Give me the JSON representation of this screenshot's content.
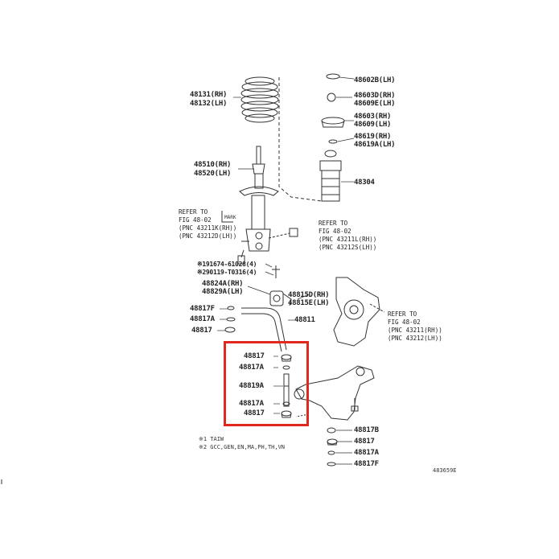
{
  "parts": {
    "spring_rh": "48131(RH)",
    "spring_lh": "48132(LH)",
    "strut_rh": "48510(RH)",
    "strut_lh": "48520(LH)",
    "mount_lh": "48602B(LH)",
    "mount2_rh": "48603D(RH)",
    "mount2_lh": "48609E(LH)",
    "support_rh": "48603(RH)",
    "support_lh": "48609(LH)",
    "washer_rh": "48619(RH)",
    "washer_lh": "48619A(LH)",
    "bumper": "48304",
    "stab_bush_rh": "48824A(RH)",
    "stab_bush_lh": "48829A(LH)",
    "bracket_rh": "48815D(RH)",
    "bracket_lh": "48815E(LH)",
    "stab_bar": "48811",
    "left_48817F": "48817F",
    "left_48817A": "48817A",
    "left_48817": "48817",
    "box_48817_top": "48817",
    "box_48817A_top": "48817A",
    "box_48819A": "48819A",
    "box_48817A_bottom": "48817A",
    "box_48817_bottom": "48817",
    "right_48817B": "48817B",
    "right_48817": "48817",
    "right_48817A": "48817A",
    "right_48817F": "48817F",
    "bolt1": "※191674-61028(4)",
    "bolt2": "※290119-T0316(4)",
    "mark": "MARK"
  },
  "refs": {
    "ref_left": "REFER TO\nFIG 48-02\n(PNC 43211K(RH))\n(PNC 43212D(LH))",
    "ref_mid": "REFER TO\nFIG 48-02\n(PNC 43211L(RH))\n(PNC 43212S(LH))",
    "ref_right": "REFER TO\nFIG 48-02\n(PNC 43211(RH))\n(PNC 43212(LH))"
  },
  "notes": {
    "n1": "※1 TAIW",
    "n2": "※2 GCC,GEN,EN,MA,PH,TH,VN",
    "diagram_id": "483659E"
  },
  "colors": {
    "line": "#333333",
    "highlight": "#e0281f"
  }
}
